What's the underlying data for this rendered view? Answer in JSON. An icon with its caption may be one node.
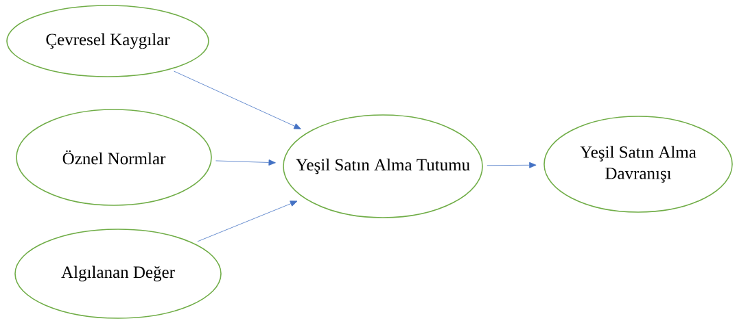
{
  "diagram": {
    "nodes": [
      {
        "text": [
          "Çevresel Kaygılar"
        ]
      },
      {
        "text": [
          "Öznel Normlar"
        ]
      },
      {
        "text": [
          "Algılanan Değer"
        ]
      },
      {
        "text": [
          "Yeşil Satın Alma Tutumu"
        ]
      },
      {
        "text": [
          "Yeşil Satın Alma Davranışı"
        ]
      }
    ],
    "edges": [
      {
        "from": 0,
        "to": 3,
        "arrow": "to"
      },
      {
        "from": 1,
        "to": 3,
        "arrow": "to"
      },
      {
        "from": 2,
        "to": 3,
        "arrow": "to"
      },
      {
        "from": 3,
        "to": 4,
        "arrow": "to"
      }
    ]
  }
}
